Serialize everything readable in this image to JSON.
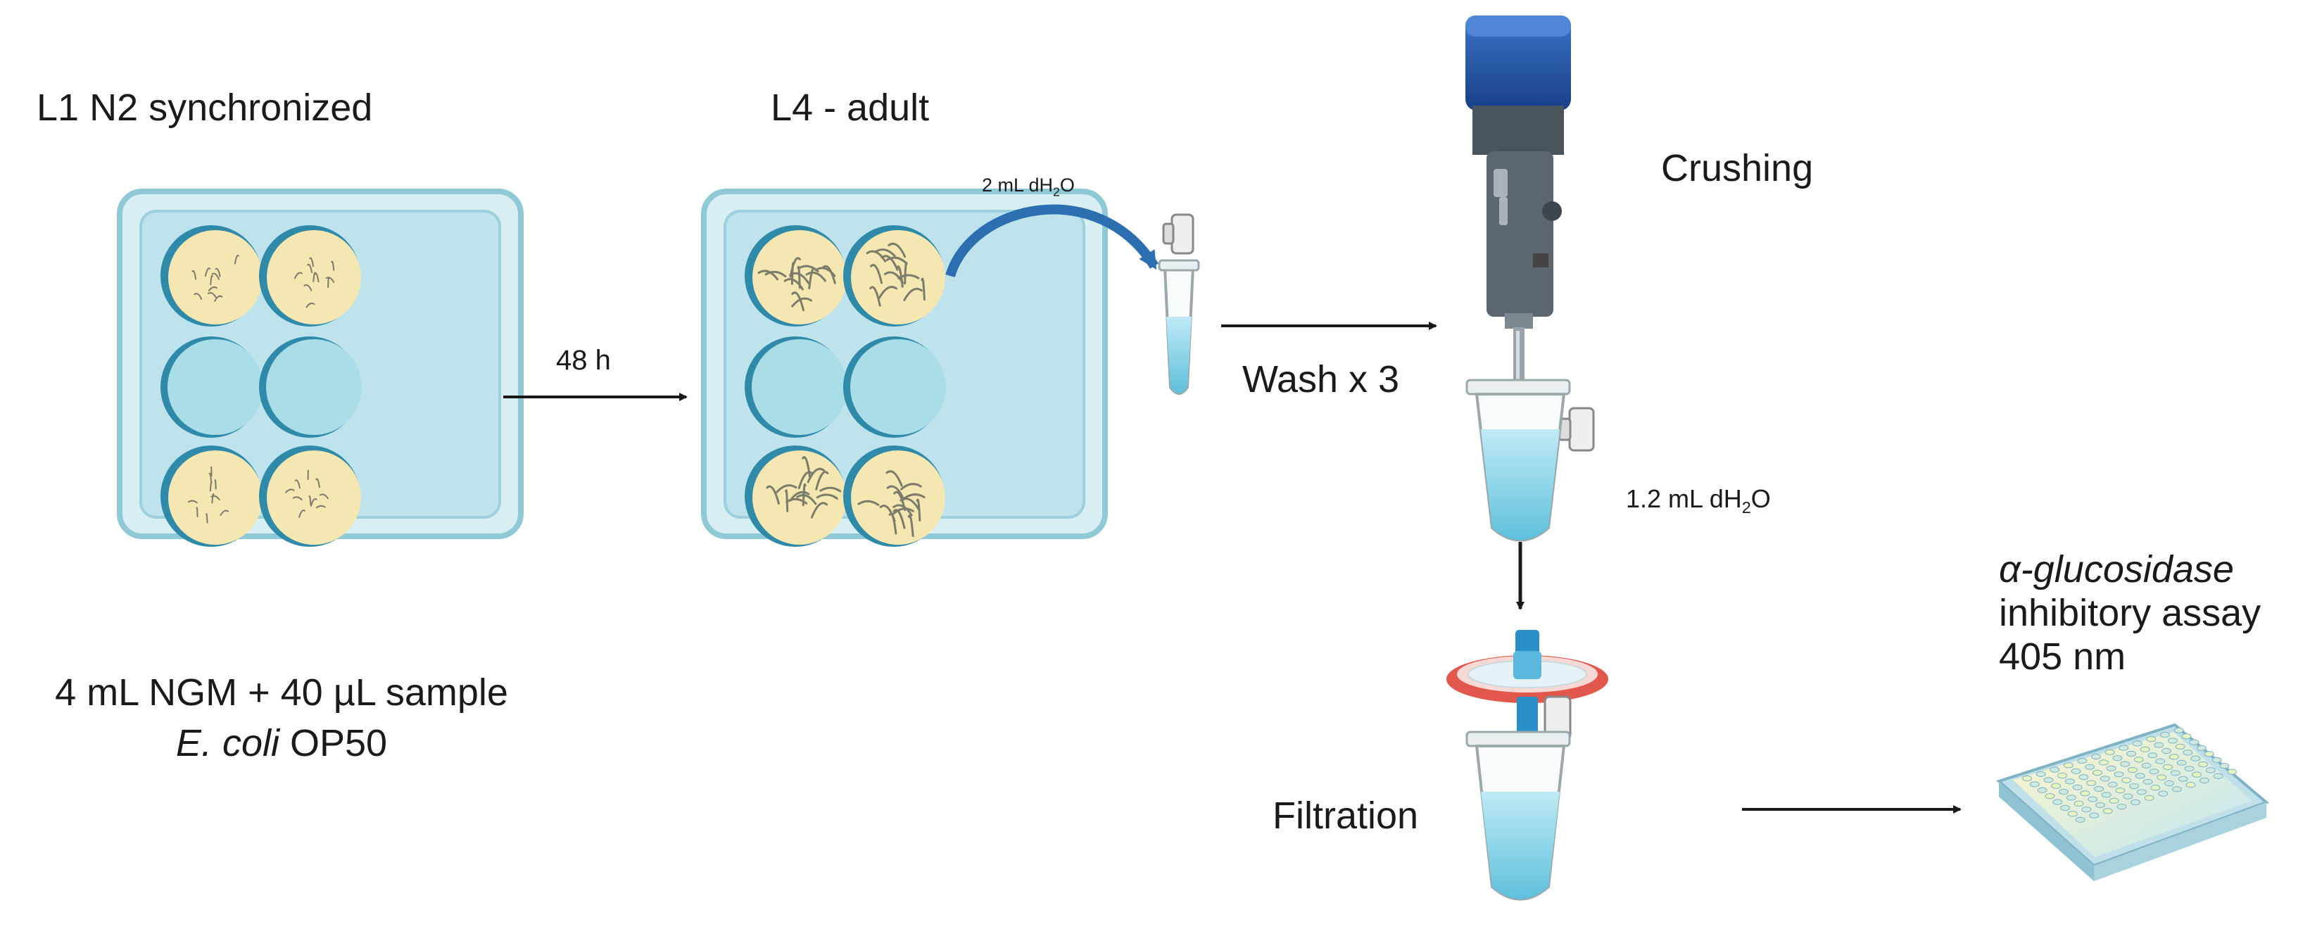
{
  "labels": {
    "l1_title": "L1 N2 synchronized",
    "l4_title": "L4 - adult",
    "medium_line1": "4 mL NGM + 40 µL sample",
    "medium_line2_italic": "E. coli",
    "medium_line2_rest": " OP50",
    "time": "48 h",
    "water_small_prefix": "2 mL dH",
    "water_small_sub": "2",
    "water_small_suffix": "O",
    "wash": "Wash x 3",
    "crushing": "Crushing",
    "water_large_prefix": "1.2 mL dH",
    "water_large_sub": "2",
    "water_large_suffix": "O",
    "filtration": "Filtration",
    "assay_line1": "α-glucosidase",
    "assay_line2": "inhibitory assay",
    "assay_line3": "405 nm"
  },
  "colors": {
    "tray_outer": "#d7eef3",
    "tray_border": "#8fc9d6",
    "well_blue": "#a9dde8",
    "well_dark": "#2e8aa8",
    "agar_yellow": "#f4e7b2",
    "tube_liquid": "#8fd6ea",
    "homogenizer_blue": "#1e4fa3",
    "homogenizer_gray": "#5b6670",
    "filter_red": "#e2574c",
    "arrow": "#1a1a1a",
    "curve_arrow": "#2b6fb0"
  },
  "icons": [
    "six-well-plate-icon",
    "microtube-icon",
    "homogenizer-icon",
    "syringe-filter-icon",
    "microplate-icon"
  ]
}
